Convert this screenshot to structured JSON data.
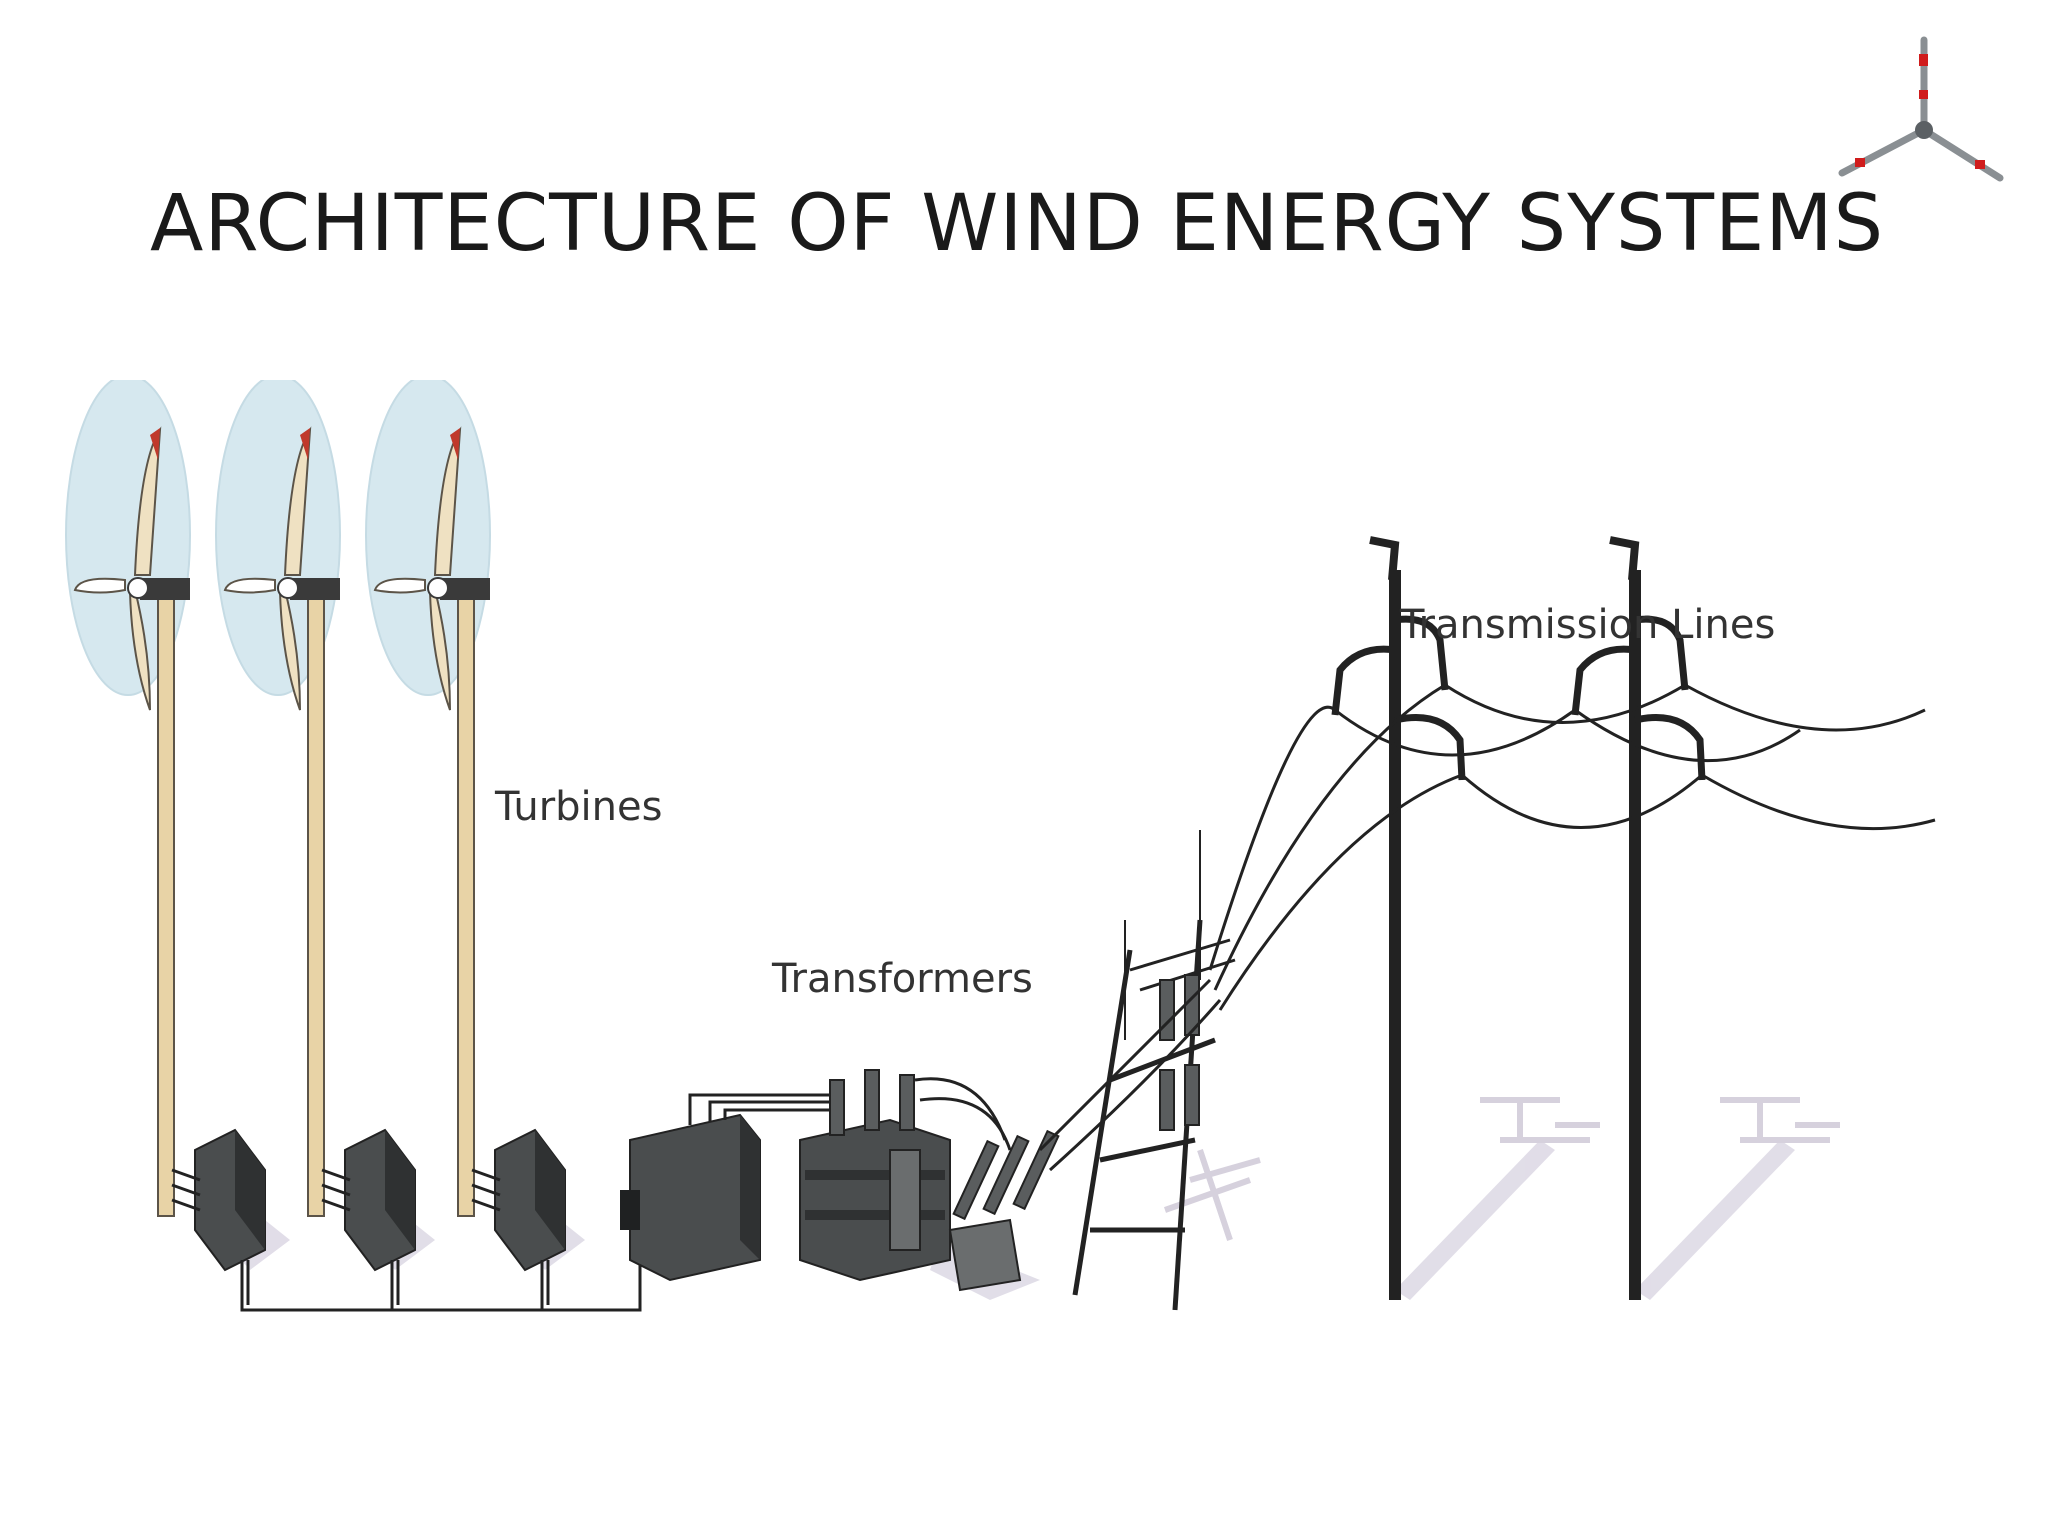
{
  "slide": {
    "title": "ARCHITECTURE OF WIND ENERGY SYSTEMS"
  },
  "diagram": {
    "labels": {
      "turbines": "Turbines",
      "transformers": "Transformers",
      "transmission_lines": "Transmission Lines"
    },
    "components": [
      {
        "name": "wind-turbine",
        "count": 3
      },
      {
        "name": "converter-box",
        "count": 3
      },
      {
        "name": "transformer",
        "count": 2
      },
      {
        "name": "substation-tower",
        "count": 1
      },
      {
        "name": "transmission-tower",
        "count": 2
      }
    ]
  },
  "logo": {
    "icon": "turbine-logo-icon"
  },
  "colors": {
    "title": "#1a1a1a",
    "blade_disc": "#d6e8ef",
    "tower": "#e8d3a6",
    "equipment": "#4a4d4e",
    "accent_red": "#c0392b"
  }
}
